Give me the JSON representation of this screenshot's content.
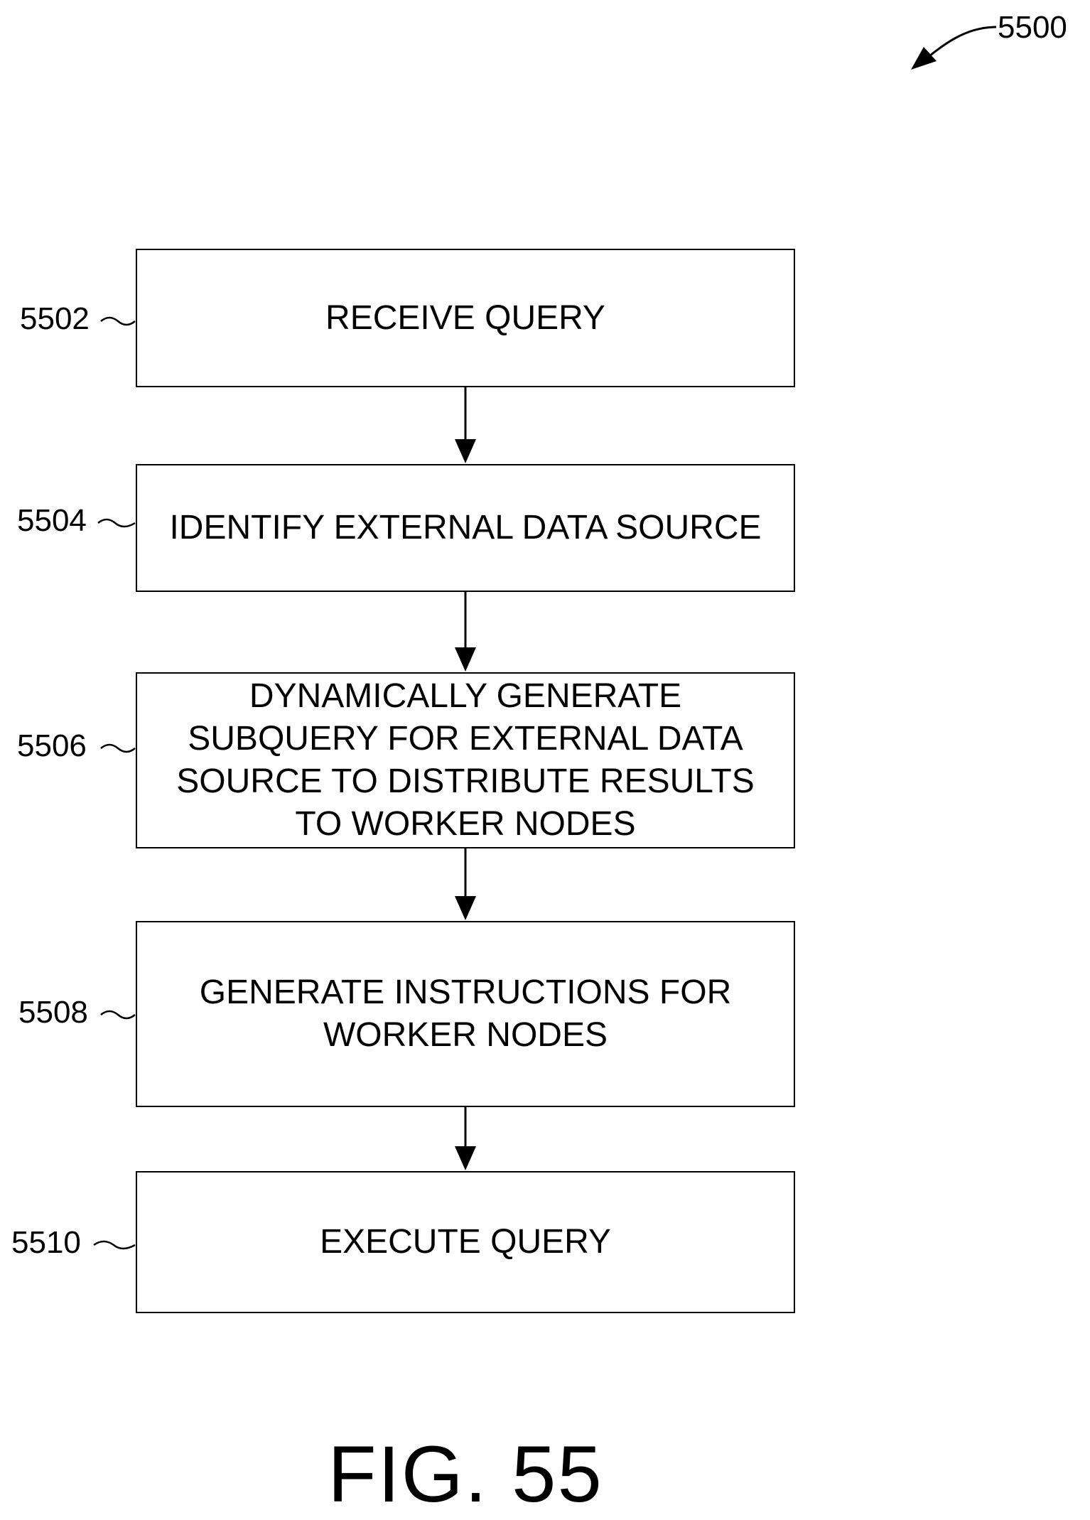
{
  "figure": {
    "reference": "5500",
    "caption": "FIG. 55"
  },
  "steps": [
    {
      "ref": "5502",
      "text": "RECEIVE QUERY"
    },
    {
      "ref": "5504",
      "text": "IDENTIFY EXTERNAL DATA SOURCE"
    },
    {
      "ref": "5506",
      "text": "DYNAMICALLY GENERATE\nSUBQUERY FOR EXTERNAL DATA\nSOURCE TO DISTRIBUTE RESULTS\nTO WORKER NODES"
    },
    {
      "ref": "5508",
      "text": "GENERATE INSTRUCTIONS FOR\nWORKER NODES"
    },
    {
      "ref": "5510",
      "text": "EXECUTE QUERY"
    }
  ]
}
